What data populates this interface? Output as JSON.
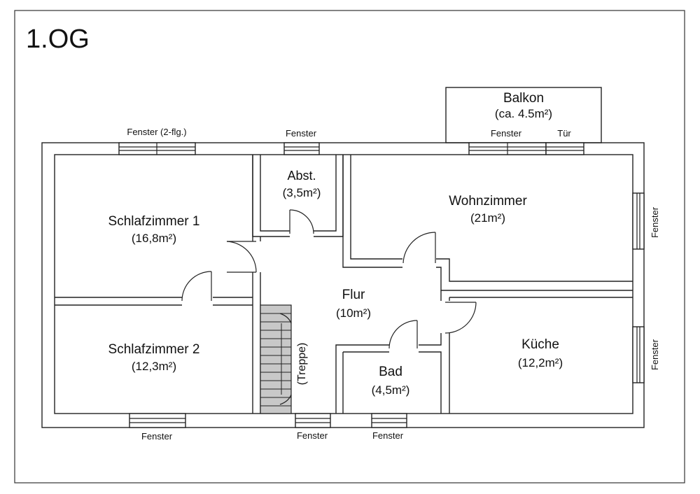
{
  "floor_label": "1.OG",
  "balcony": {
    "name": "Balkon",
    "area": "(ca. 4.5m²)"
  },
  "rooms": {
    "schlafzimmer1": {
      "name": "Schlafzimmer 1",
      "area": "(16,8m²)"
    },
    "schlafzimmer2": {
      "name": "Schlafzimmer 2",
      "area": "(12,3m²)"
    },
    "abst": {
      "name": "Abst.",
      "area": "(3,5m²)"
    },
    "wohnzimmer": {
      "name": "Wohnzimmer",
      "area": "(21m²)"
    },
    "flur": {
      "name": "Flur",
      "area": "(10m²)"
    },
    "kueche": {
      "name": "Küche",
      "area": "(12,2m²)"
    },
    "bad": {
      "name": "Bad",
      "area": "(4,5m²)"
    }
  },
  "stairs_label": "(Treppe)",
  "windows": {
    "top_left": "Fenster (2-flg.)",
    "top_middle": "Fenster",
    "balcony_window": "Fenster",
    "balcony_door": "Tür",
    "right_upper": "Fenster",
    "right_lower": "Fenster",
    "bottom_left": "Fenster",
    "bottom_middle": "Fenster",
    "bottom_right": "Fenster"
  },
  "colors": {
    "line": "#222222",
    "stairs_fill": "#c8c8c8",
    "background": "#ffffff"
  }
}
